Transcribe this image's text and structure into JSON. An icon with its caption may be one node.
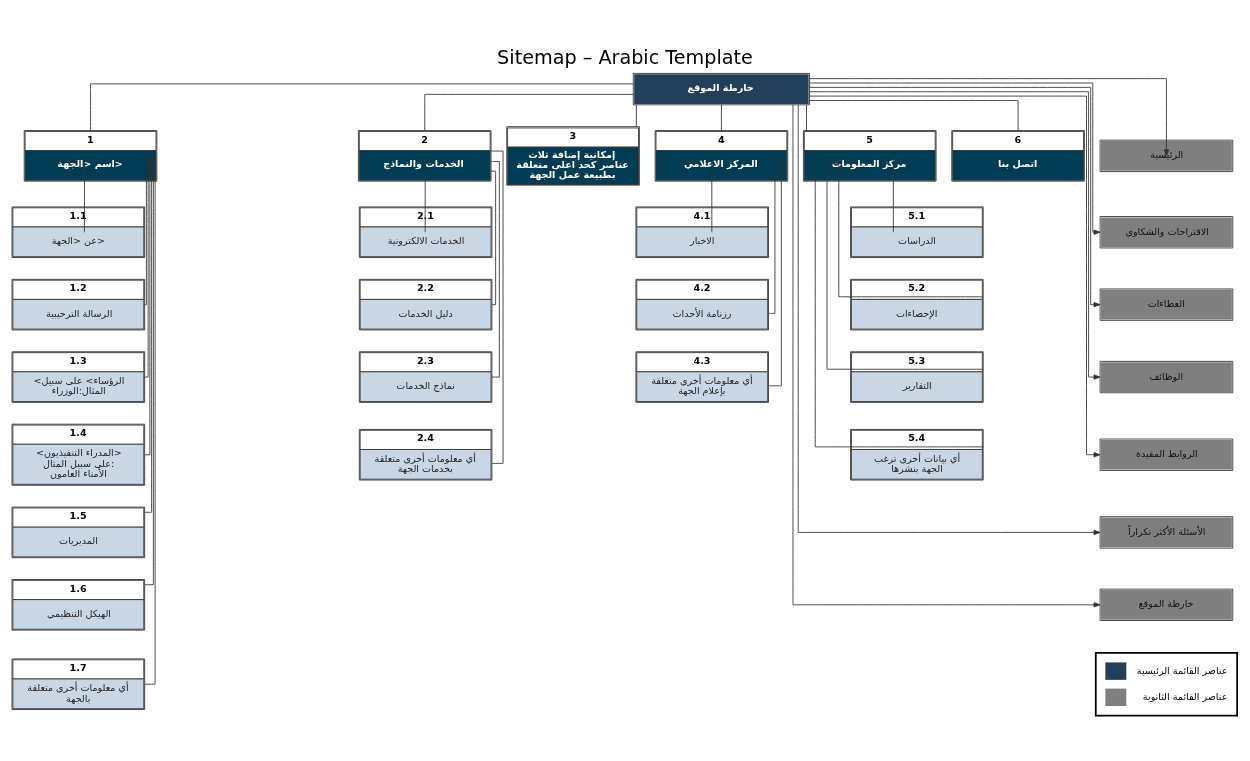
{
  "diagram": {
    "title": "Sitemap – Arabic Template",
    "nodes": [
      {
        "text": [
          "خارطة الموقع"
        ]
      },
      {
        "text": [
          "1",
          "اسم <الجهة>"
        ]
      },
      {
        "text": [
          "2",
          "الخدمات والنماذج"
        ]
      },
      {
        "text": [
          "3",
          "إمكانية إضافة ثلاث عناصر كحد اعلى متعلقة بطبيعة عمل الجهة"
        ]
      },
      {
        "text": [
          "4",
          "المركز الاعلامي"
        ]
      },
      {
        "text": [
          "5",
          "مركز المعلومات"
        ]
      },
      {
        "text": [
          "6",
          "اتصل بنا"
        ]
      },
      {
        "text": [
          "1.1",
          "عن <الجهة>"
        ]
      },
      {
        "text": [
          "1.2",
          "الرسالة الترحيبية"
        ]
      },
      {
        "text": [
          "1.3",
          "<الرؤساء> على سبيل المثال:الوزراء"
        ]
      },
      {
        "text": [
          "1.4",
          "<المدراء التنفيذيون> على سبيل المثال: الأمناء العامون"
        ]
      },
      {
        "text": [
          "1.5",
          "المديريات"
        ]
      },
      {
        "text": [
          "1.6",
          "الهيكل التنظيمي"
        ]
      },
      {
        "text": [
          "1.7",
          "أي معلومات أخرى متعلقة بالجهة"
        ]
      },
      {
        "text": [
          "2.1",
          "الخدمات الالكترونية"
        ]
      },
      {
        "text": [
          "2.2",
          "دليل الخدمات"
        ]
      },
      {
        "text": [
          "2.3",
          "نماذج الخدمات"
        ]
      },
      {
        "text": [
          "2.4",
          "أي معلومات أخرى متعلقة بخدمات الجهة"
        ]
      },
      {
        "text": [
          "4.1",
          "الاخبار"
        ]
      },
      {
        "text": [
          "4.2",
          "رزنامة الأحداث"
        ]
      },
      {
        "text": [
          "4.3",
          "أي معلومات أخرى متعلقة بإعلام الجهة"
        ]
      },
      {
        "text": [
          "5.1",
          "الدراسات"
        ]
      },
      {
        "text": [
          "5.2",
          "الإحصاءات"
        ]
      },
      {
        "text": [
          "5.3",
          "التقارير"
        ]
      },
      {
        "text": [
          "5.4",
          "أي بيانات أخرى ترغب الجهة بنشرها"
        ]
      },
      {
        "text": [
          "الرئيسية"
        ]
      },
      {
        "text": [
          "الاقتراحات والشكاوى"
        ]
      },
      {
        "text": [
          "العطاءات"
        ]
      },
      {
        "text": [
          "الوظائف"
        ]
      },
      {
        "text": [
          "الروابط المفيدة"
        ]
      },
      {
        "text": [
          "الأسئلة الأكثر تكراراً"
        ]
      },
      {
        "text": [
          "خارطة الموقع"
        ]
      }
    ],
    "edges": [
      {
        "from": 0,
        "to": 1,
        "arrow": "none"
      },
      {
        "from": 0,
        "to": 2,
        "arrow": "none"
      },
      {
        "from": 0,
        "to": 3,
        "arrow": "none"
      },
      {
        "from": 0,
        "to": 4,
        "arrow": "none"
      },
      {
        "from": 0,
        "to": 5,
        "arrow": "none"
      },
      {
        "from": 0,
        "to": 6,
        "arrow": "none"
      },
      {
        "from": 1,
        "to": 7,
        "arrow": "none"
      },
      {
        "from": 1,
        "to": 8,
        "arrow": "none"
      },
      {
        "from": 1,
        "to": 9,
        "arrow": "none"
      },
      {
        "from": 1,
        "to": 10,
        "arrow": "none"
      },
      {
        "from": 1,
        "to": 11,
        "arrow": "none"
      },
      {
        "from": 1,
        "to": 12,
        "arrow": "none"
      },
      {
        "from": 1,
        "to": 13,
        "arrow": "none"
      },
      {
        "from": 2,
        "to": 14,
        "arrow": "none"
      },
      {
        "from": 2,
        "to": 15,
        "arrow": "none"
      },
      {
        "from": 2,
        "to": 16,
        "arrow": "none"
      },
      {
        "from": 2,
        "to": 17,
        "arrow": "none"
      },
      {
        "from": 4,
        "to": 18,
        "arrow": "none"
      },
      {
        "from": 4,
        "to": 19,
        "arrow": "none"
      },
      {
        "from": 4,
        "to": 20,
        "arrow": "none"
      },
      {
        "from": 5,
        "to": 21,
        "arrow": "none"
      },
      {
        "from": 5,
        "to": 22,
        "arrow": "none"
      },
      {
        "from": 5,
        "to": 23,
        "arrow": "none"
      },
      {
        "from": 5,
        "to": 24,
        "arrow": "none"
      },
      {
        "from": 0,
        "to": 25,
        "arrow": "to"
      },
      {
        "from": 0,
        "to": 26,
        "arrow": "to"
      },
      {
        "from": 0,
        "to": 27,
        "arrow": "to"
      },
      {
        "from": 0,
        "to": 28,
        "arrow": "to"
      },
      {
        "from": 0,
        "to": 29,
        "arrow": "to"
      },
      {
        "from": 0,
        "to": 30,
        "arrow": "to"
      },
      {
        "from": 0,
        "to": 31,
        "arrow": "to"
      }
    ],
    "legend": [
      {
        "text": "عناصر القائمة الرئيسية",
        "color": "#243f5a"
      },
      {
        "text": "عناصر القائمة الثانوية",
        "color": "#7f7f7f"
      }
    ]
  }
}
